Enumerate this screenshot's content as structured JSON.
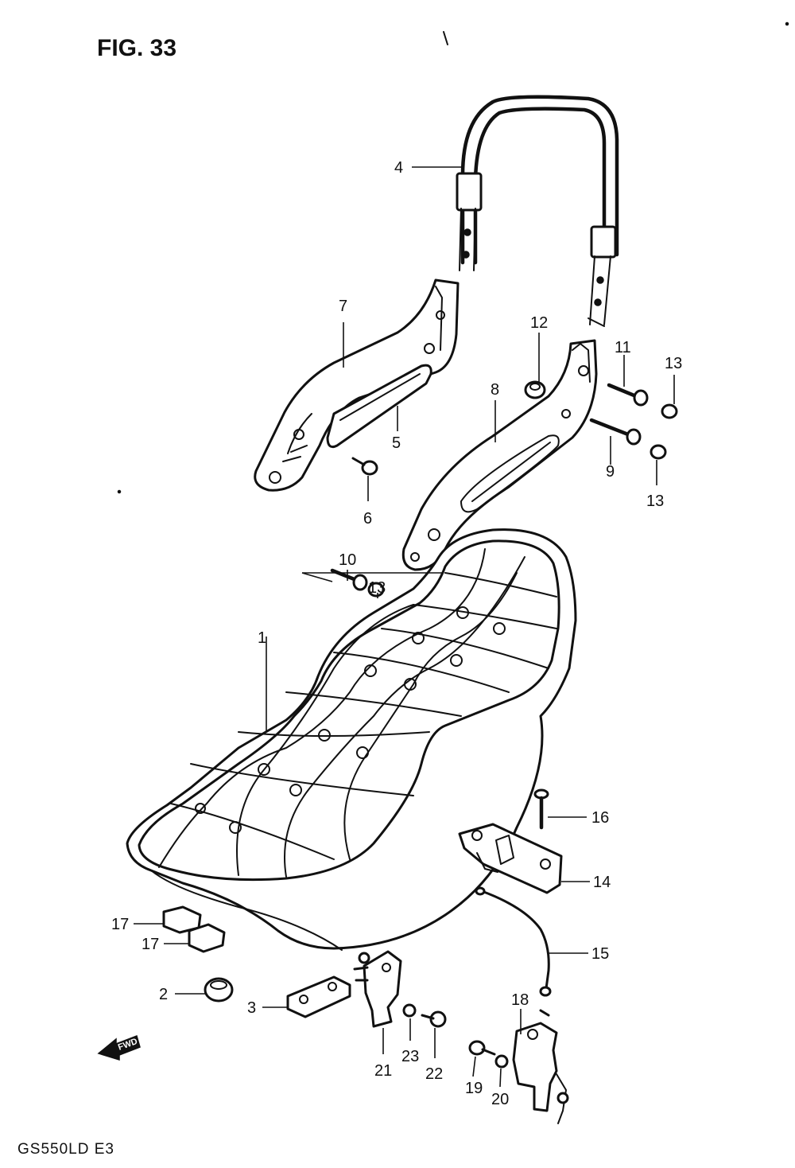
{
  "figure": {
    "title": "FIG. 33",
    "model_code": "GS550LD E3",
    "fwd_arrow_text": "FWD"
  },
  "callouts": {
    "c1": "1",
    "c2": "2",
    "c3": "3",
    "c4": "4",
    "c5": "5",
    "c6": "6",
    "c7": "7",
    "c8": "8",
    "c9": "9",
    "c10": "10",
    "c11": "11",
    "c12": "12",
    "c13a": "13",
    "c13b": "13",
    "c13c": "13",
    "c14": "14",
    "c15": "15",
    "c16": "16",
    "c17a": "17",
    "c17b": "17",
    "c18": "18",
    "c19": "19",
    "c20": "20",
    "c21": "21",
    "c22": "22",
    "c23": "23"
  }
}
